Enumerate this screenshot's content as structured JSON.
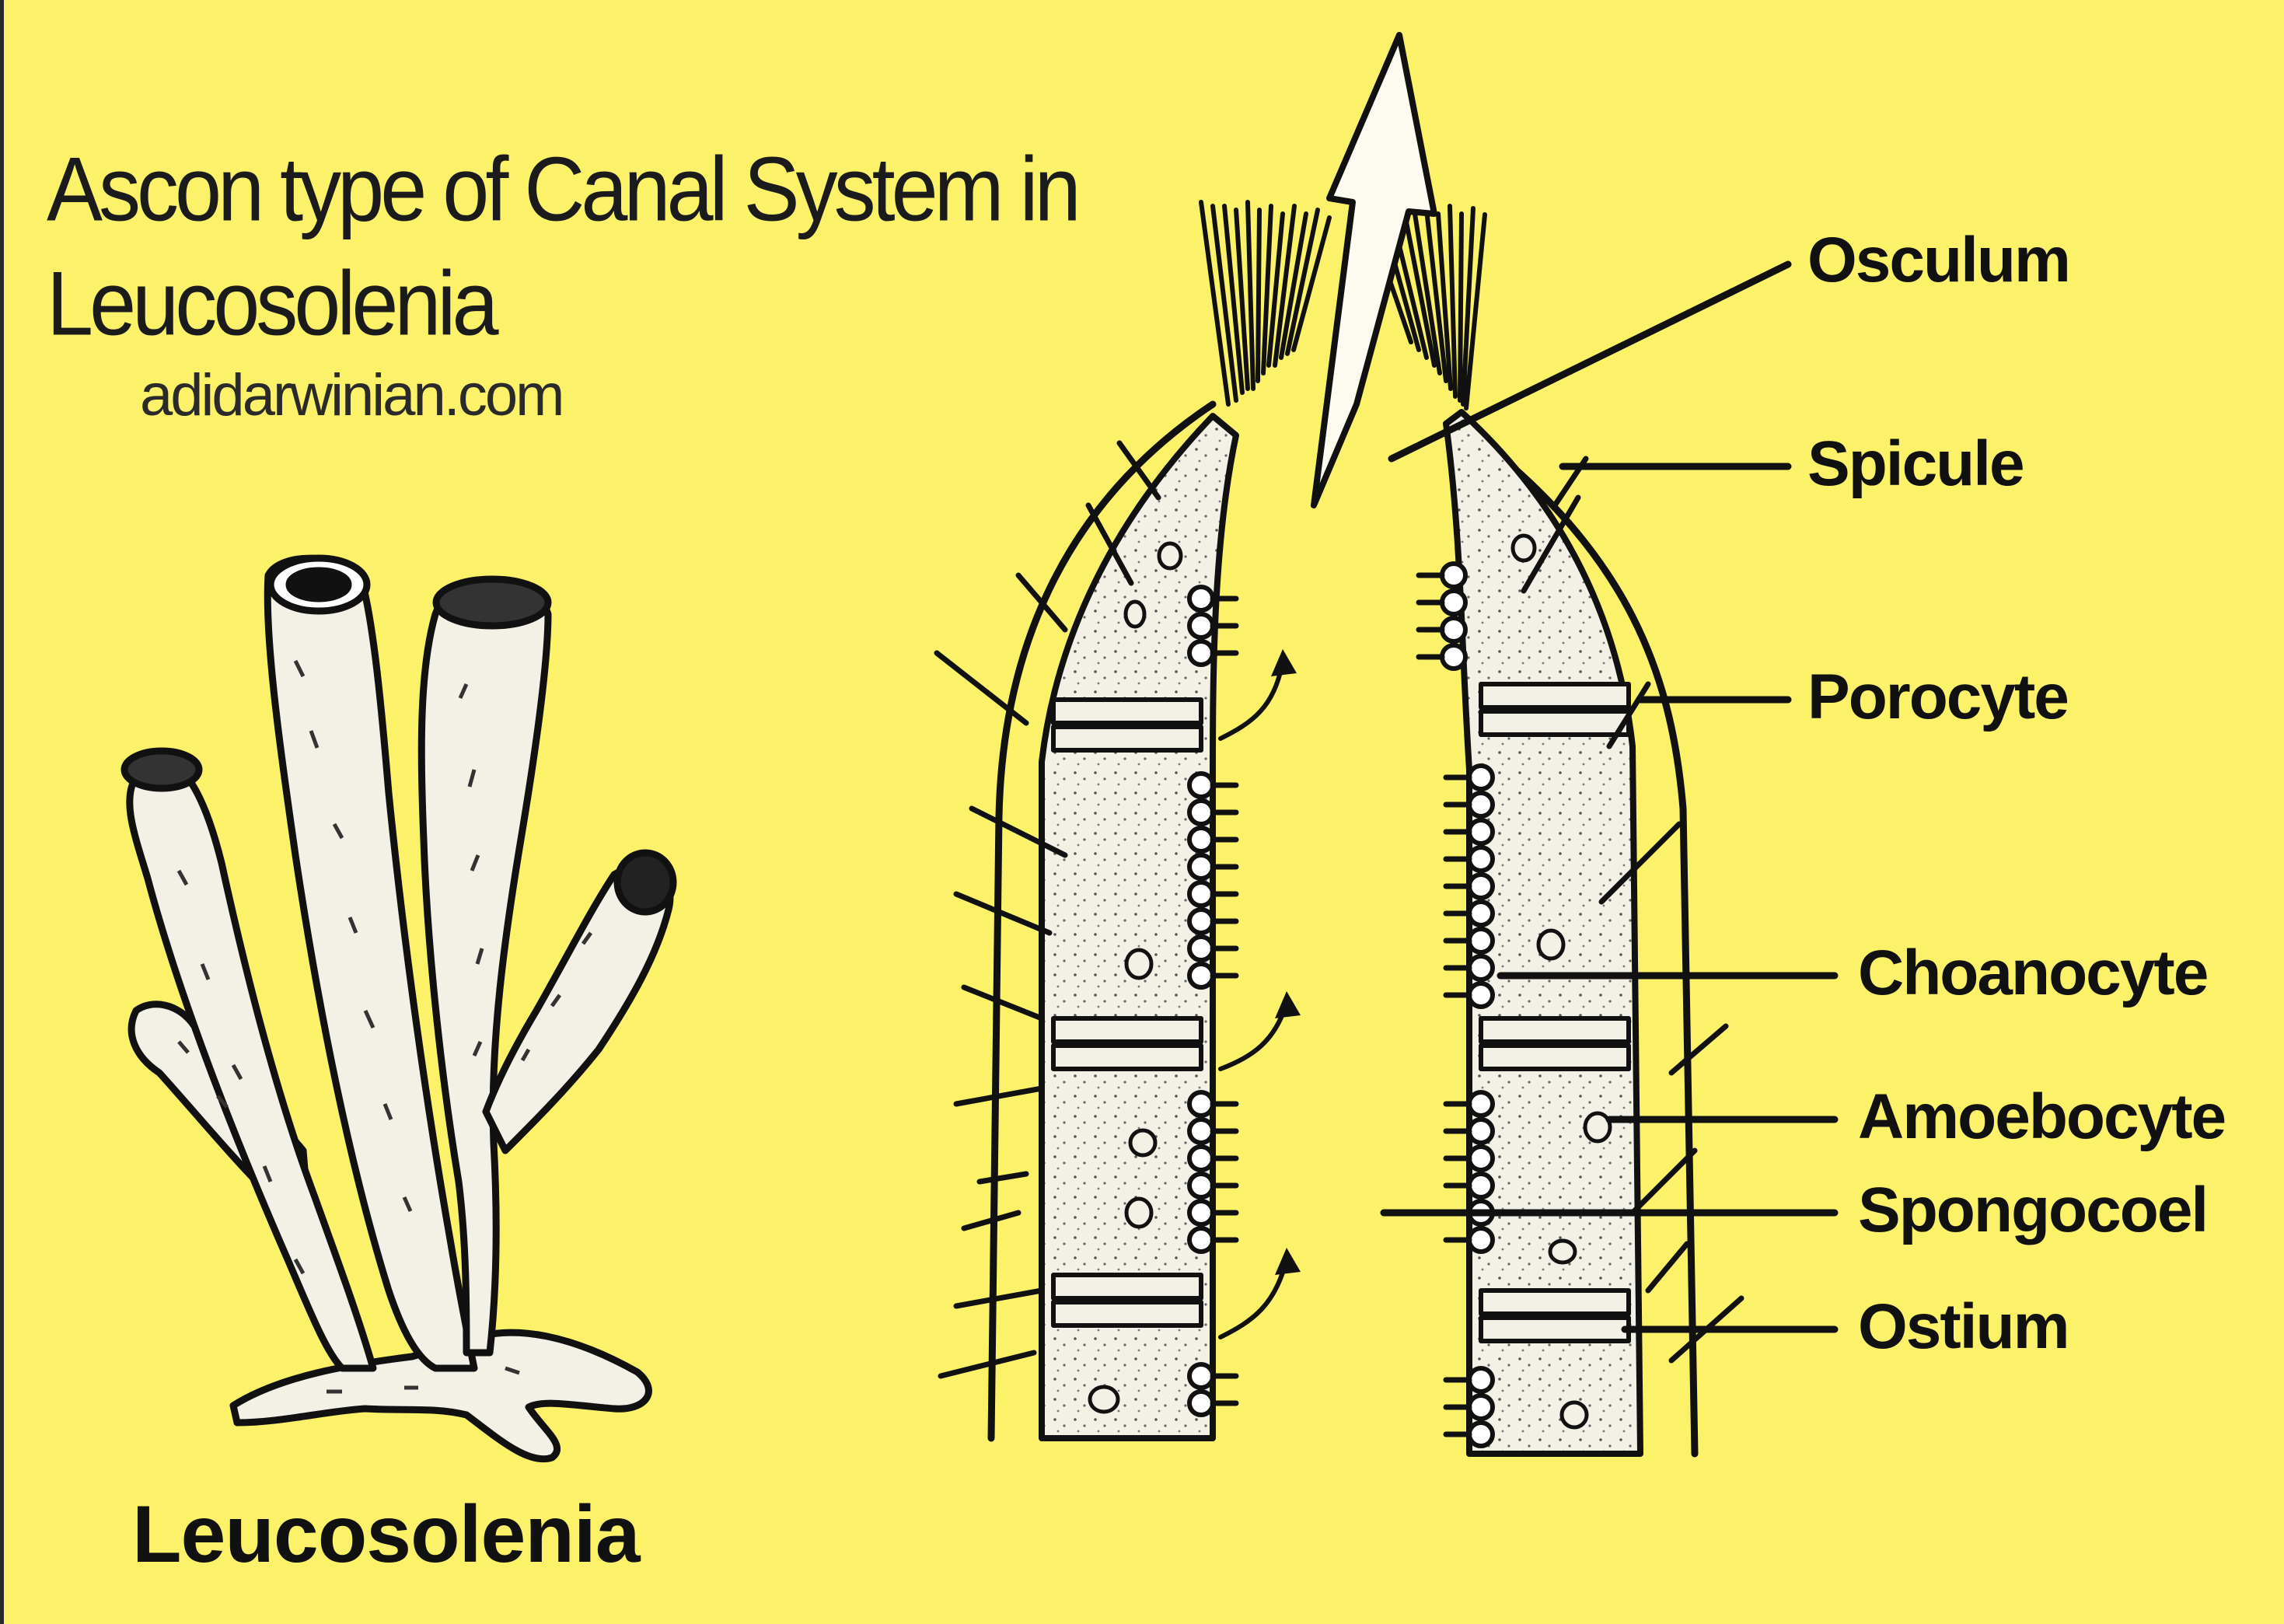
{
  "title": {
    "line1": "Ascon type of Canal System in",
    "line2": "Leucosolenia"
  },
  "website": "adidarwinian.com",
  "caption": "Leucosolenia",
  "labels": {
    "osculum": "Osculum",
    "spicule": "Spicule",
    "porocyte": "Porocyte",
    "choanocyte": "Choanocyte",
    "amoebocyte": "Amoebocyte",
    "spongocoel": "Spongocoel",
    "ostium": "Ostium"
  },
  "colors": {
    "background": "#fbf26a",
    "ink": "#111111",
    "body": "#f3f0e6"
  }
}
